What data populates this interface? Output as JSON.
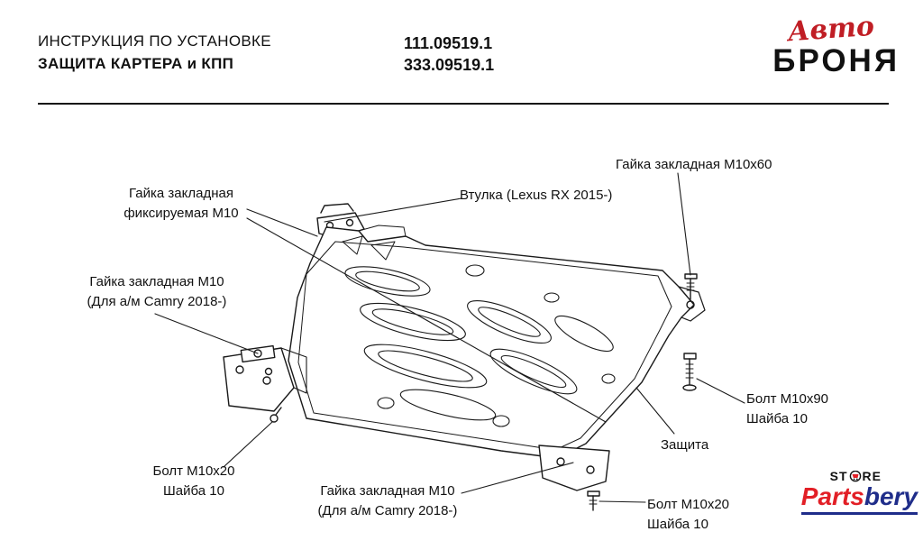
{
  "header": {
    "title_line1": "ИНСТРУКЦИЯ ПО УСТАНОВКЕ",
    "title_line2": "ЗАЩИТА КАРТЕРА и КПП",
    "part_number_1": "111.09519.1",
    "part_number_2": "333.09519.1",
    "brand": {
      "top": "Авто",
      "bottom": "БРОНЯ"
    }
  },
  "callouts": {
    "nut_m10x60": "Гайка закладная M10x60",
    "bushing": "Втулка (Lexus RX 2015-)",
    "nut_fixed": "Гайка закладная\nфиксируемая M10",
    "nut_camry_left": "Гайка закладная M10\n(Для а/м Camry 2018-)",
    "bolt_m10x90": "Болт M10x90\nШайба 10",
    "plate": "Защита",
    "bolt_m10x20_left": "Болт M10x20\nШайба 10",
    "nut_camry_bottom": "Гайка закладная M10\n(Для а/м Camry 2018-)",
    "bolt_m10x20_right": "Болт M10x20\nШайба 10"
  },
  "store_logo": {
    "st": "ST",
    "re": "RE",
    "parts": "Parts",
    "bery": "bery"
  },
  "colors": {
    "brand_red": "#c01e25",
    "parts_red": "#e21f26",
    "bery_blue": "#1f2d8a",
    "line_black": "#1a1a1a"
  }
}
